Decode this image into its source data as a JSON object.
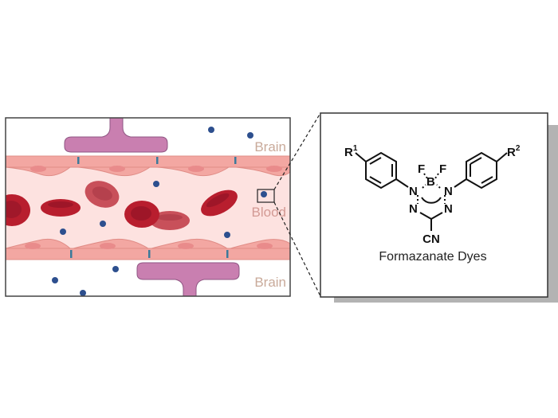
{
  "left_panel": {
    "labels": {
      "brain_top": "Brain",
      "blood": "Blood",
      "brain_bottom": "Brain"
    },
    "colors": {
      "frame": "#444444",
      "label_text": "#c9aa9a",
      "endothelium": "#f3a7a2",
      "endothelium_outline": "#e08c86",
      "nucleus": "#e98b8b",
      "lumen": "#fde2e0",
      "tight_junction": "#3b7a9a",
      "astrocyte_foot": "#c97fb0",
      "astrocyte_outline": "#8f5683",
      "rbc_dark": "#b81e2e",
      "rbc_light": "#c8505a",
      "dye_particle": "#2d4f8e"
    },
    "zoom_box_target": "dye-particle-in-blood"
  },
  "right_panel": {
    "structure": {
      "substituent_left": "R",
      "substituent_left_sup": "1",
      "substituent_right": "R",
      "substituent_right_sup": "2",
      "boron": "B",
      "fluorine_1": "F",
      "fluorine_2": "F",
      "nitrogen_1": "N",
      "nitrogen_2": "N",
      "nitrogen_3": "N",
      "nitrogen_4": "N",
      "nitrile": "CN"
    },
    "caption": "Formazanate Dyes",
    "colors": {
      "frame": "#333333",
      "shadow": "#b3b3b3"
    }
  }
}
